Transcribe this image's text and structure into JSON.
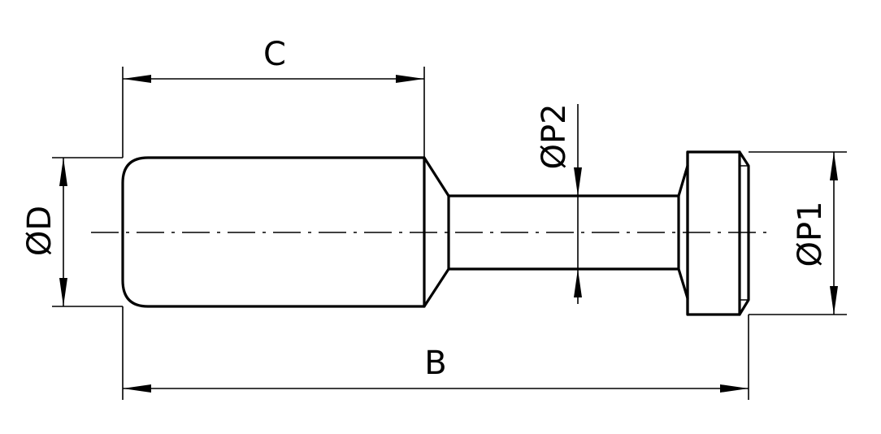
{
  "dimensions": {
    "c_label": "C",
    "b_label": "B",
    "d_label": "ØD",
    "p1_label": "ØP1",
    "p2_label": "ØP2"
  }
}
